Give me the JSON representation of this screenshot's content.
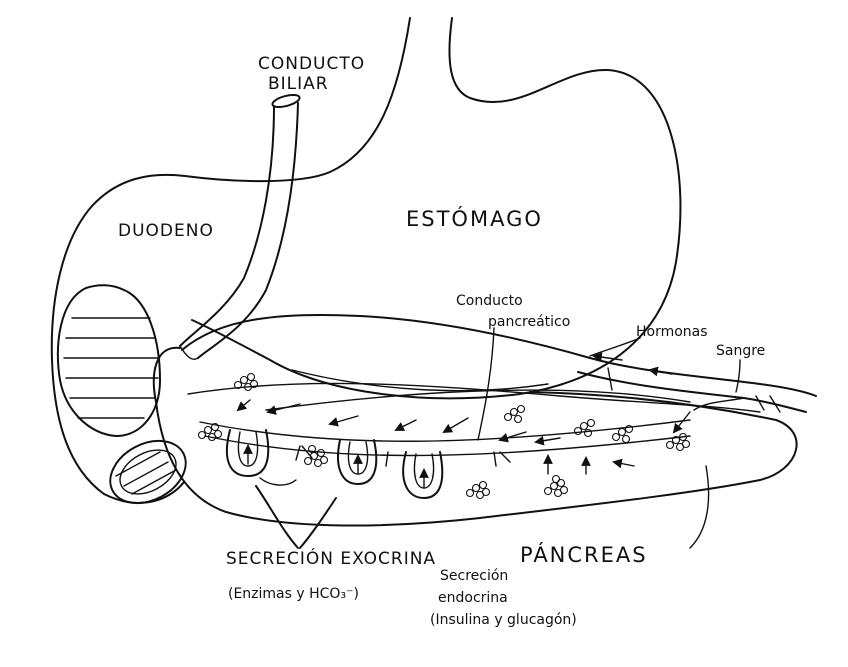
{
  "labels": {
    "conducto_biliar_1": "CONDUCTO",
    "conducto_biliar_2": "BILIAR",
    "duodeno": "DUODENO",
    "estomago": "ESTÓMAGO",
    "conducto_pancreatico_1": "Conducto",
    "conducto_pancreatico_2": "pancreático",
    "hormonas": "Hormonas",
    "sangre": "Sangre",
    "secrecion_exocrina": "SECRECIÓN EXOCRINA",
    "exocrina_detail": "(Enzimas y HCO₃⁻)",
    "secrecion_endocrina_1": "Secreción",
    "secrecion_endocrina_2": "endocrina",
    "endocrina_detail": "(Insulina y glucagón)",
    "pancreas": "PÁNCREAS"
  },
  "colors": {
    "ink": "#111111",
    "paper": "#ffffff"
  }
}
